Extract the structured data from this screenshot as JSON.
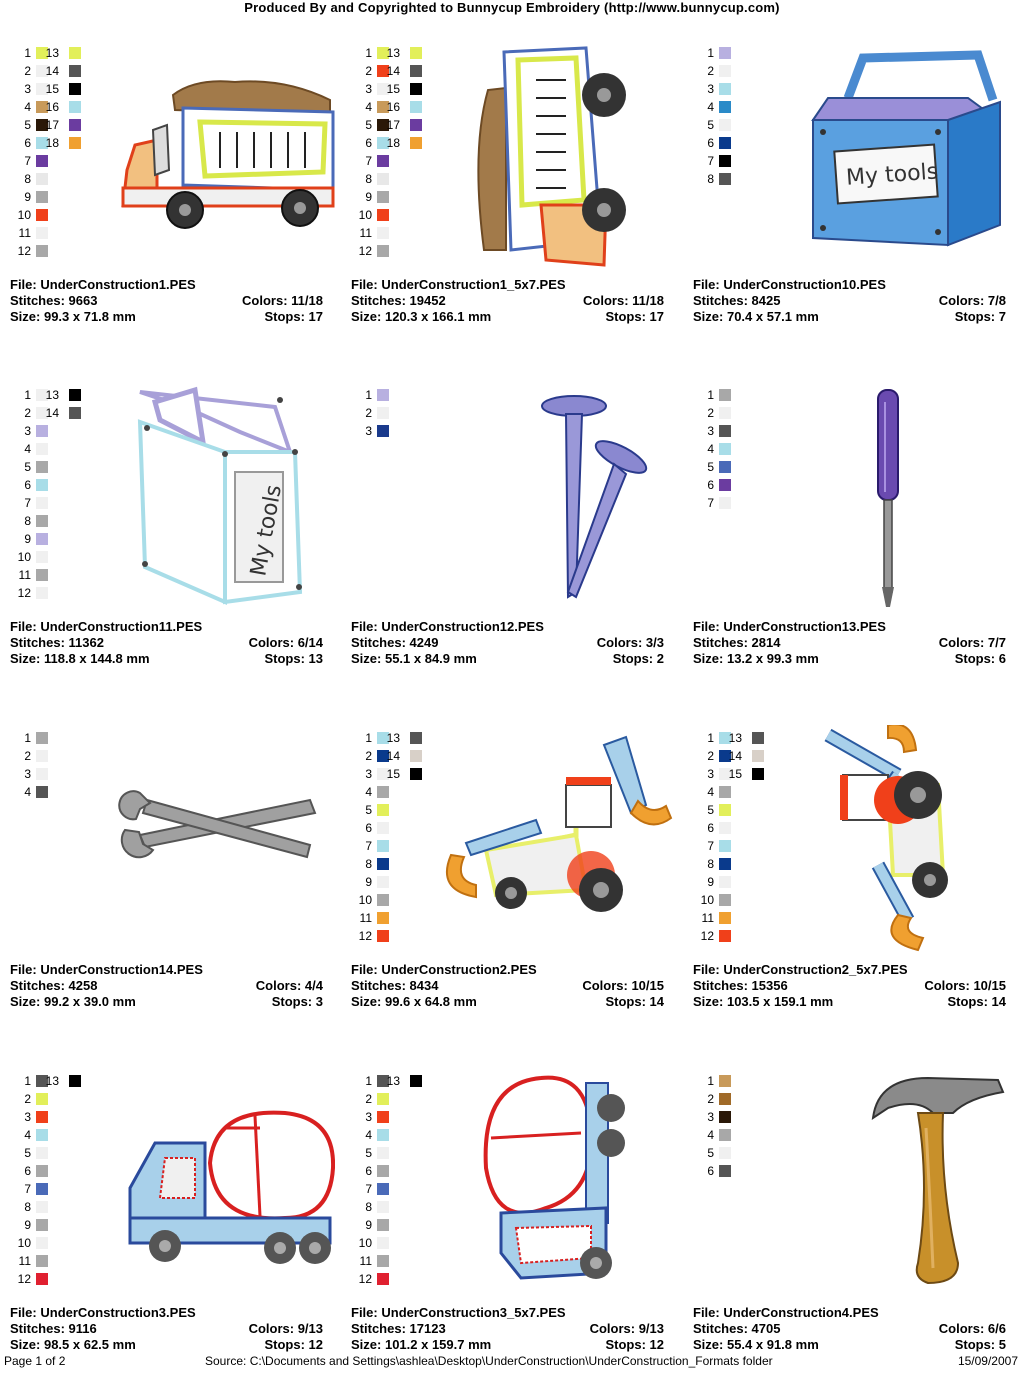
{
  "header": "Produced By and Copyrighted to Bunnycup Embroidery (http://www.bunnycup.com)",
  "labels": {
    "file": "File:",
    "stitches": "Stitches:",
    "colors": "Colors:",
    "size": "Size:",
    "stops": "Stops:"
  },
  "designs": [
    {
      "file": "UnderConstruction1.PES",
      "stitches": "9663",
      "colors": "11/18",
      "size": "99.3 x 71.8 mm",
      "stops": "17",
      "swatches": [
        "#e2ef5a",
        "#f0f0f0",
        "#f0f0f0",
        "#c89a5a",
        "#2a1808",
        "#a8dde8",
        "#6b3ca0",
        "#e8e8e8",
        "#a8a8a8",
        "#f0401a",
        "#f0f0f0",
        "#a8a8a8",
        "#e2ef5a",
        "#555555",
        "#000000",
        "#a8dde8",
        "#6b3ca0",
        "#f0a030"
      ],
      "icon": "dump-truck-icon"
    },
    {
      "file": "UnderConstruction1_5x7.PES",
      "stitches": "19452",
      "colors": "11/18",
      "size": "120.3 x 166.1 mm",
      "stops": "17",
      "swatches": [
        "#e2ef5a",
        "#f0401a",
        "#f0f0f0",
        "#c89a5a",
        "#2a1808",
        "#a8dde8",
        "#6b3ca0",
        "#e8e8e8",
        "#a8a8a8",
        "#f0401a",
        "#f0f0f0",
        "#a8a8a8",
        "#e2ef5a",
        "#555555",
        "#000000",
        "#a8dde8",
        "#6b3ca0",
        "#f0a030"
      ],
      "icon": "dump-truck-rotated-icon"
    },
    {
      "file": "UnderConstruction10.PES",
      "stitches": "8425",
      "colors": "7/8",
      "size": "70.4 x 57.1 mm",
      "stops": "7",
      "swatches": [
        "#b8b0e0",
        "#f0f0f0",
        "#a8dde8",
        "#2a8ac8",
        "#f0f0f0",
        "#0a3a8c",
        "#000000",
        "#555555"
      ],
      "icon": "toolbox-icon"
    },
    {
      "file": "UnderConstruction11.PES",
      "stitches": "11362",
      "colors": "6/14",
      "size": "118.8 x 144.8 mm",
      "stops": "13",
      "swatches": [
        "#f0f0f0",
        "#f0f0f0",
        "#b8b0e0",
        "#f0f0f0",
        "#a8a8a8",
        "#a8dde8",
        "#f0f0f0",
        "#a8a8a8",
        "#b8b0e0",
        "#f0f0f0",
        "#a8a8a8",
        "#f0f0f0",
        "#000000",
        "#555555"
      ],
      "icon": "toolbox-rotated-icon"
    },
    {
      "file": "UnderConstruction12.PES",
      "stitches": "4249",
      "colors": "3/3",
      "size": "55.1 x 84.9 mm",
      "stops": "2",
      "swatches": [
        "#b8b0e0",
        "#f0f0f0",
        "#1a3a8c"
      ],
      "icon": "nails-icon"
    },
    {
      "file": "UnderConstruction13.PES",
      "stitches": "2814",
      "colors": "7/7",
      "size": "13.2 x 99.3 mm",
      "stops": "6",
      "swatches": [
        "#a8a8a8",
        "#f0f0f0",
        "#555555",
        "#a8dde8",
        "#4a6ab8",
        "#6b3ca0",
        "#f0f0f0"
      ],
      "icon": "screwdriver-icon"
    },
    {
      "file": "UnderConstruction14.PES",
      "stitches": "4258",
      "colors": "4/4",
      "size": "99.2 x 39.0 mm",
      "stops": "3",
      "swatches": [
        "#a8a8a8",
        "#f0f0f0",
        "#f0f0f0",
        "#555555"
      ],
      "icon": "wrenches-icon"
    },
    {
      "file": "UnderConstruction2.PES",
      "stitches": "8434",
      "colors": "10/15",
      "size": "99.6 x 64.8 mm",
      "stops": "14",
      "swatches": [
        "#a8dde8",
        "#0a3a8c",
        "#f0f0f0",
        "#a8a8a8",
        "#e2ef5a",
        "#f0f0f0",
        "#a8dde8",
        "#0a3a8c",
        "#f0f0f0",
        "#a8a8a8",
        "#f0a030",
        "#f0401a",
        "#555555",
        "#d8d0c8",
        "#000000"
      ],
      "icon": "backhoe-icon"
    },
    {
      "file": "UnderConstruction2_5x7.PES",
      "stitches": "15356",
      "colors": "10/15",
      "size": "103.5 x 159.1 mm",
      "stops": "14",
      "swatches": [
        "#a8dde8",
        "#0a3a8c",
        "#f0f0f0",
        "#a8a8a8",
        "#e2ef5a",
        "#f0f0f0",
        "#a8dde8",
        "#0a3a8c",
        "#f0f0f0",
        "#a8a8a8",
        "#f0a030",
        "#f0401a",
        "#555555",
        "#d8d0c8",
        "#000000"
      ],
      "icon": "backhoe-rotated-icon"
    },
    {
      "file": "UnderConstruction3.PES",
      "stitches": "9116",
      "colors": "9/13",
      "size": "98.5 x 62.5 mm",
      "stops": "12",
      "swatches": [
        "#555555",
        "#e2ef5a",
        "#f0401a",
        "#a8dde8",
        "#f0f0f0",
        "#a8a8a8",
        "#4a6ab8",
        "#f0f0f0",
        "#a8a8a8",
        "#f0f0f0",
        "#a8a8a8",
        "#e02030",
        "#000000"
      ],
      "icon": "cement-mixer-icon"
    },
    {
      "file": "UnderConstruction3_5x7.PES",
      "stitches": "17123",
      "colors": "9/13",
      "size": "101.2 x 159.7 mm",
      "stops": "12",
      "swatches": [
        "#555555",
        "#e2ef5a",
        "#f0401a",
        "#a8dde8",
        "#f0f0f0",
        "#a8a8a8",
        "#4a6ab8",
        "#f0f0f0",
        "#a8a8a8",
        "#f0f0f0",
        "#a8a8a8",
        "#e02030",
        "#000000"
      ],
      "icon": "cement-mixer-rotated-icon"
    },
    {
      "file": "UnderConstruction4.PES",
      "stitches": "4705",
      "colors": "6/6",
      "size": "55.4 x 91.8 mm",
      "stops": "5",
      "swatches": [
        "#c89a5a",
        "#a06a28",
        "#2a1808",
        "#a8a8a8",
        "#f0f0f0",
        "#555555"
      ],
      "icon": "hammer-icon"
    }
  ],
  "footer": {
    "page": "Page 1 of 2",
    "source": "Source: C:\\Documents and Settings\\ashlea\\Desktop\\UnderConstruction\\UnderConstruction_Formats folder",
    "date": "15/09/2007"
  }
}
